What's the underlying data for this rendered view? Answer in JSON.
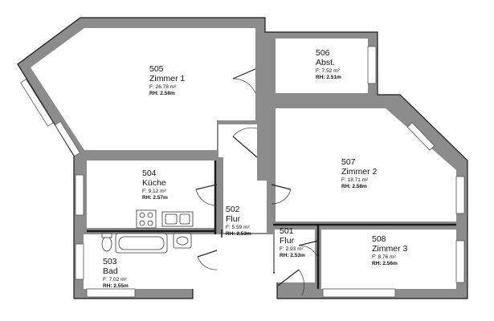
{
  "rooms": [
    {
      "id": "505",
      "name": "Zimmer 1",
      "area_prefix": "F:",
      "area": "26.78",
      "unit": "m²",
      "rh_prefix": "RH:",
      "rh": "2.58m"
    },
    {
      "id": "506",
      "name": "Abst.",
      "area_prefix": "F:",
      "area": "7.52",
      "unit": "m²",
      "rh_prefix": "RH:",
      "rh": "2.51m"
    },
    {
      "id": "507",
      "name": "Zimmer 2",
      "area_prefix": "F:",
      "area": "18.71",
      "unit": "m²",
      "rh_prefix": "RH:",
      "rh": "2.58m"
    },
    {
      "id": "504",
      "name": "Küche",
      "area_prefix": "F:",
      "area": "9.12",
      "unit": "m²",
      "rh_prefix": "RH:",
      "rh": "2.57m"
    },
    {
      "id": "502",
      "name": "Flur",
      "area_prefix": "F:",
      "area": "5.59",
      "unit": "m²",
      "rh_prefix": "RH:",
      "rh": "2.53m"
    },
    {
      "id": "501",
      "name": "Flur",
      "area_prefix": "F:",
      "area": "2.93",
      "unit": "m²",
      "rh_prefix": "RH:",
      "rh": "2.53m"
    },
    {
      "id": "508",
      "name": "Zimmer 3",
      "area_prefix": "F:",
      "area": "8.76",
      "unit": "m²",
      "rh_prefix": "RH:",
      "rh": "2.56m"
    },
    {
      "id": "503",
      "name": "Bad",
      "area_prefix": "F:",
      "area": "7.02",
      "unit": "m²",
      "rh_prefix": "RH:",
      "rh": "2.55m"
    }
  ],
  "colors": {
    "wall": "#8c8c8c",
    "outline": "#1a1a1a",
    "floor": "#ffffff"
  }
}
